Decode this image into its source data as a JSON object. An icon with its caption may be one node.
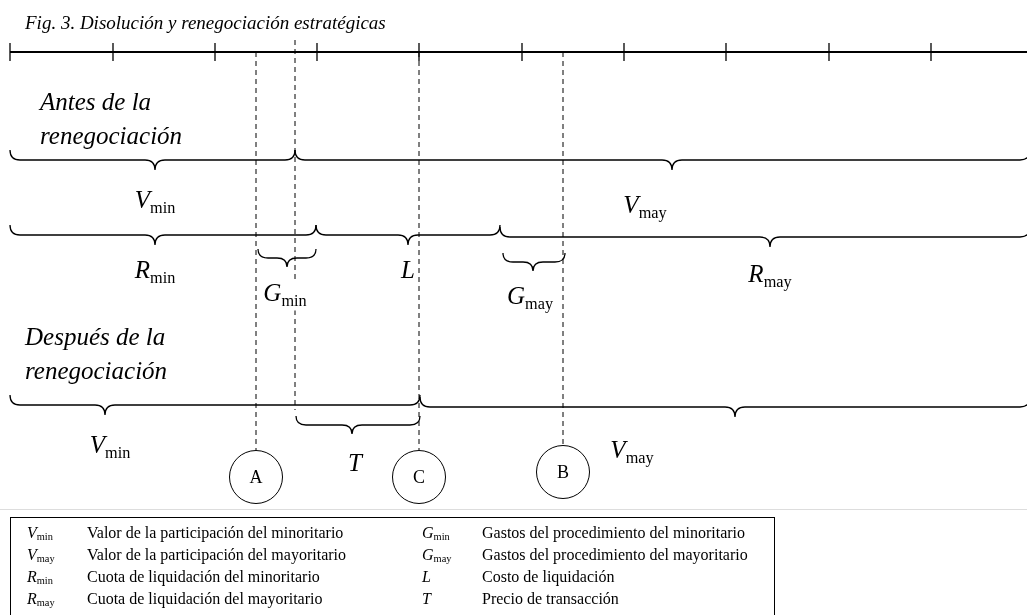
{
  "diagram": {
    "title": "Fig. 3. Disolución y renegociación estratégicas",
    "nodes": [
      {
        "text": [],
        "shape": "bar"
      },
      {
        "text": [
          "A"
        ]
      },
      {
        "text": [
          "C"
        ]
      },
      {
        "text": [
          "B"
        ]
      }
    ],
    "edges": [
      {
        "from": 0,
        "to": 1,
        "arrow": "none",
        "style": "dashed"
      },
      {
        "from": 0,
        "to": 2,
        "arrow": "none",
        "style": "dashed"
      },
      {
        "from": 0,
        "to": 3,
        "arrow": "none",
        "style": "dashed"
      }
    ],
    "labels": [
      "Antes de la renegociación",
      "*V*$_{min}$",
      "*V*$_{may}$",
      "*R*$_{min}$",
      "*L*",
      "*R*$_{may}$",
      "*G*$_{min}$",
      "*G*$_{may}$",
      "Después de la renegociación",
      "*V*$_{min}$",
      "*T*",
      "*V*$_{may}$",
      "*V*$_{min}$",
      "Valor de la participación del minoritario",
      "*G*$_{min}$",
      "Gastos del procedimiento del minoritario",
      "*V*$_{may}$",
      "Valor de la participación del mayoritario",
      "*G*$_{may}$",
      "Gastos del procedimiento del mayoritario",
      "*R*$_{min}$",
      "Cuota de liquidación del minoritario",
      "*L*",
      "Costo de liquidación",
      "*R*$_{may}$",
      "Cuota de liquidación del mayoritario",
      "*T*",
      "Precio de transacción"
    ]
  }
}
